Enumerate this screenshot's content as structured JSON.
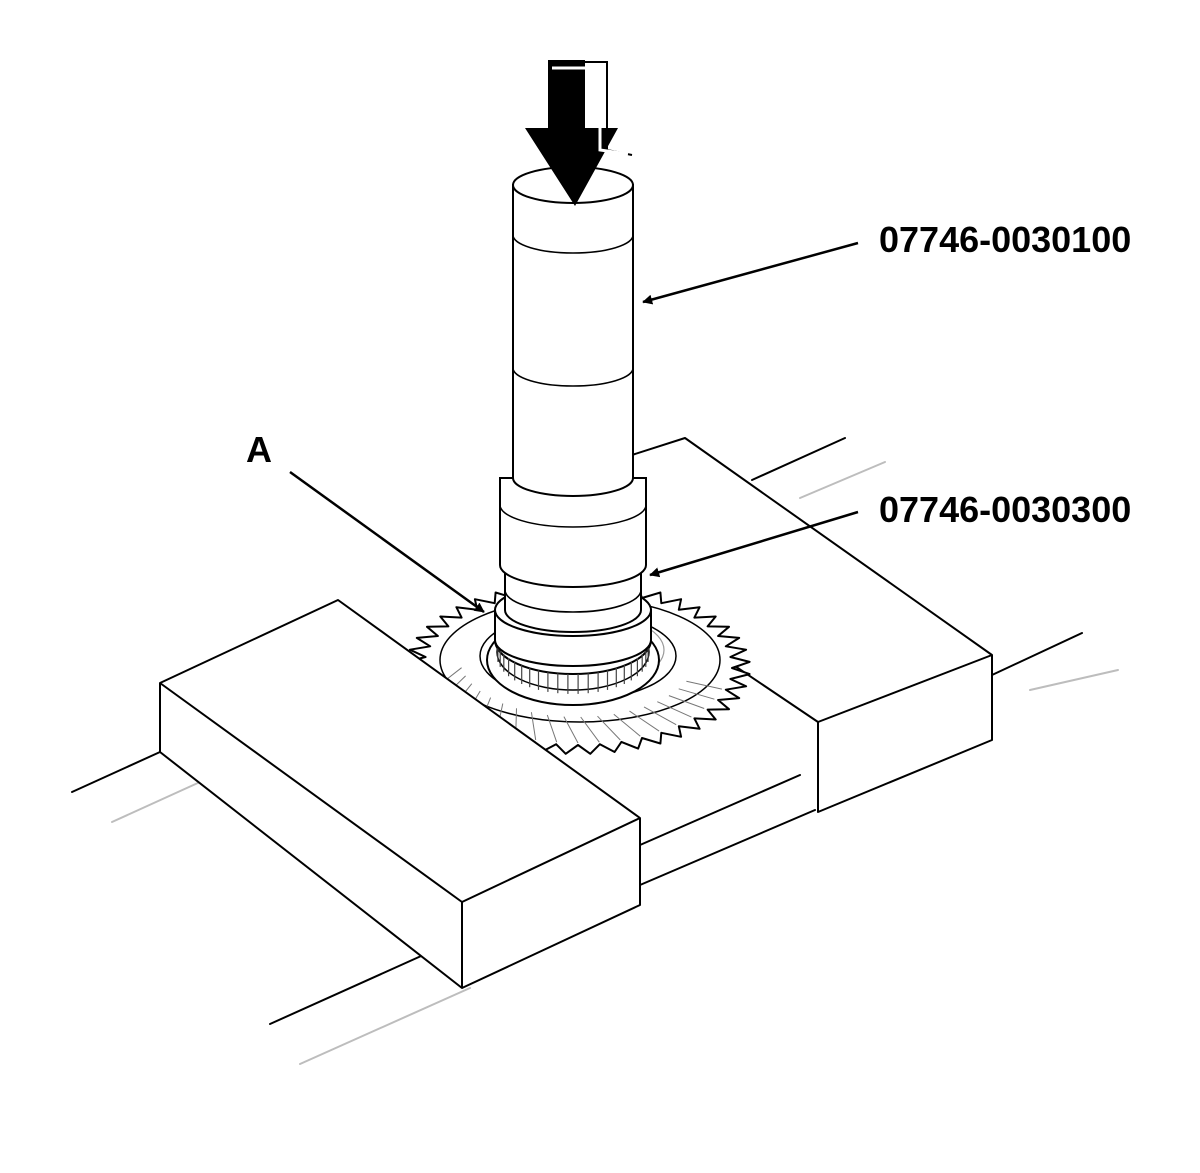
{
  "labels": {
    "a": "A",
    "tool_driver": "07746-0030100",
    "tool_attachment": "07746-0030300"
  },
  "colors": {
    "ink": "#000000",
    "faint_line": "#bdbdbd",
    "background": "#ffffff"
  }
}
